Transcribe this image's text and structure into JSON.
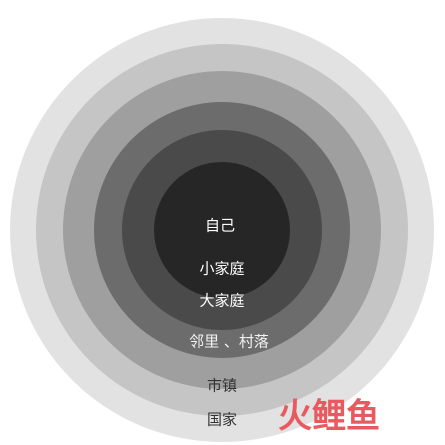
{
  "diagram": {
    "rings": [
      {
        "label": "国家",
        "fill": "#e2e2e2",
        "text_color": "#333333"
      },
      {
        "label": "市镇",
        "fill": "#c5c5c5",
        "text_color": "#333333"
      },
      {
        "label": "邻里 、村落",
        "fill": "#9f9f9f",
        "text_color": "#f2f2f2"
      },
      {
        "label": "大家庭",
        "fill": "#6c6c6c",
        "text_color": "#ffffff"
      },
      {
        "label": "小家庭",
        "fill": "#4a4a4a",
        "text_color": "#ffffff"
      },
      {
        "label": "自己",
        "fill": "#262626",
        "text_color": "#ffffff"
      }
    ]
  },
  "watermark": {
    "text": "火鲤鱼",
    "color": "#e85a5f"
  }
}
